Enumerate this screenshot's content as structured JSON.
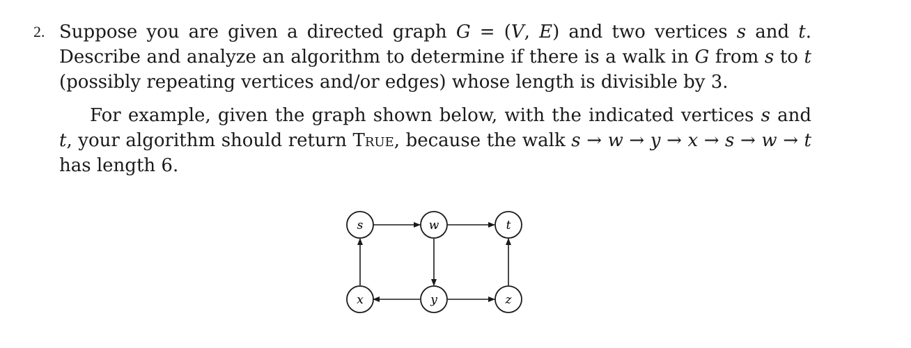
{
  "problem": {
    "number": "2.",
    "para1": {
      "t1": "Suppose you are given a directed graph ",
      "m1": "G",
      "t2": " = (",
      "m2": "V",
      "t3": ", ",
      "m3": "E",
      "t4": ") and two vertices ",
      "m4": "s",
      "t5": " and ",
      "m5": "t",
      "t6": ". Describe and analyze an algorithm to determine if there is a walk in ",
      "m6": "G",
      "t7": " from ",
      "m7": "s",
      "t8": " to ",
      "m8": "t",
      "t9": " (possibly repeating vertices and/or edges) whose length is divisible by 3."
    },
    "para2": {
      "t1": "For example, given the graph shown below, with the indicated vertices ",
      "m1": "s",
      "t2": " and ",
      "m2": "t",
      "t3": ", your algorithm should return ",
      "sc": "True",
      "t4": ", because the walk ",
      "walk": "s → w → y → x → s → w → t",
      "t5": " has length 6."
    }
  },
  "graph": {
    "vertices": {
      "s": "s",
      "w": "w",
      "t": "t",
      "x": "x",
      "y": "y",
      "z": "z"
    },
    "edges": [
      [
        "s",
        "w"
      ],
      [
        "w",
        "t"
      ],
      [
        "w",
        "y"
      ],
      [
        "y",
        "x"
      ],
      [
        "y",
        "z"
      ],
      [
        "x",
        "s"
      ],
      [
        "z",
        "t"
      ]
    ]
  }
}
